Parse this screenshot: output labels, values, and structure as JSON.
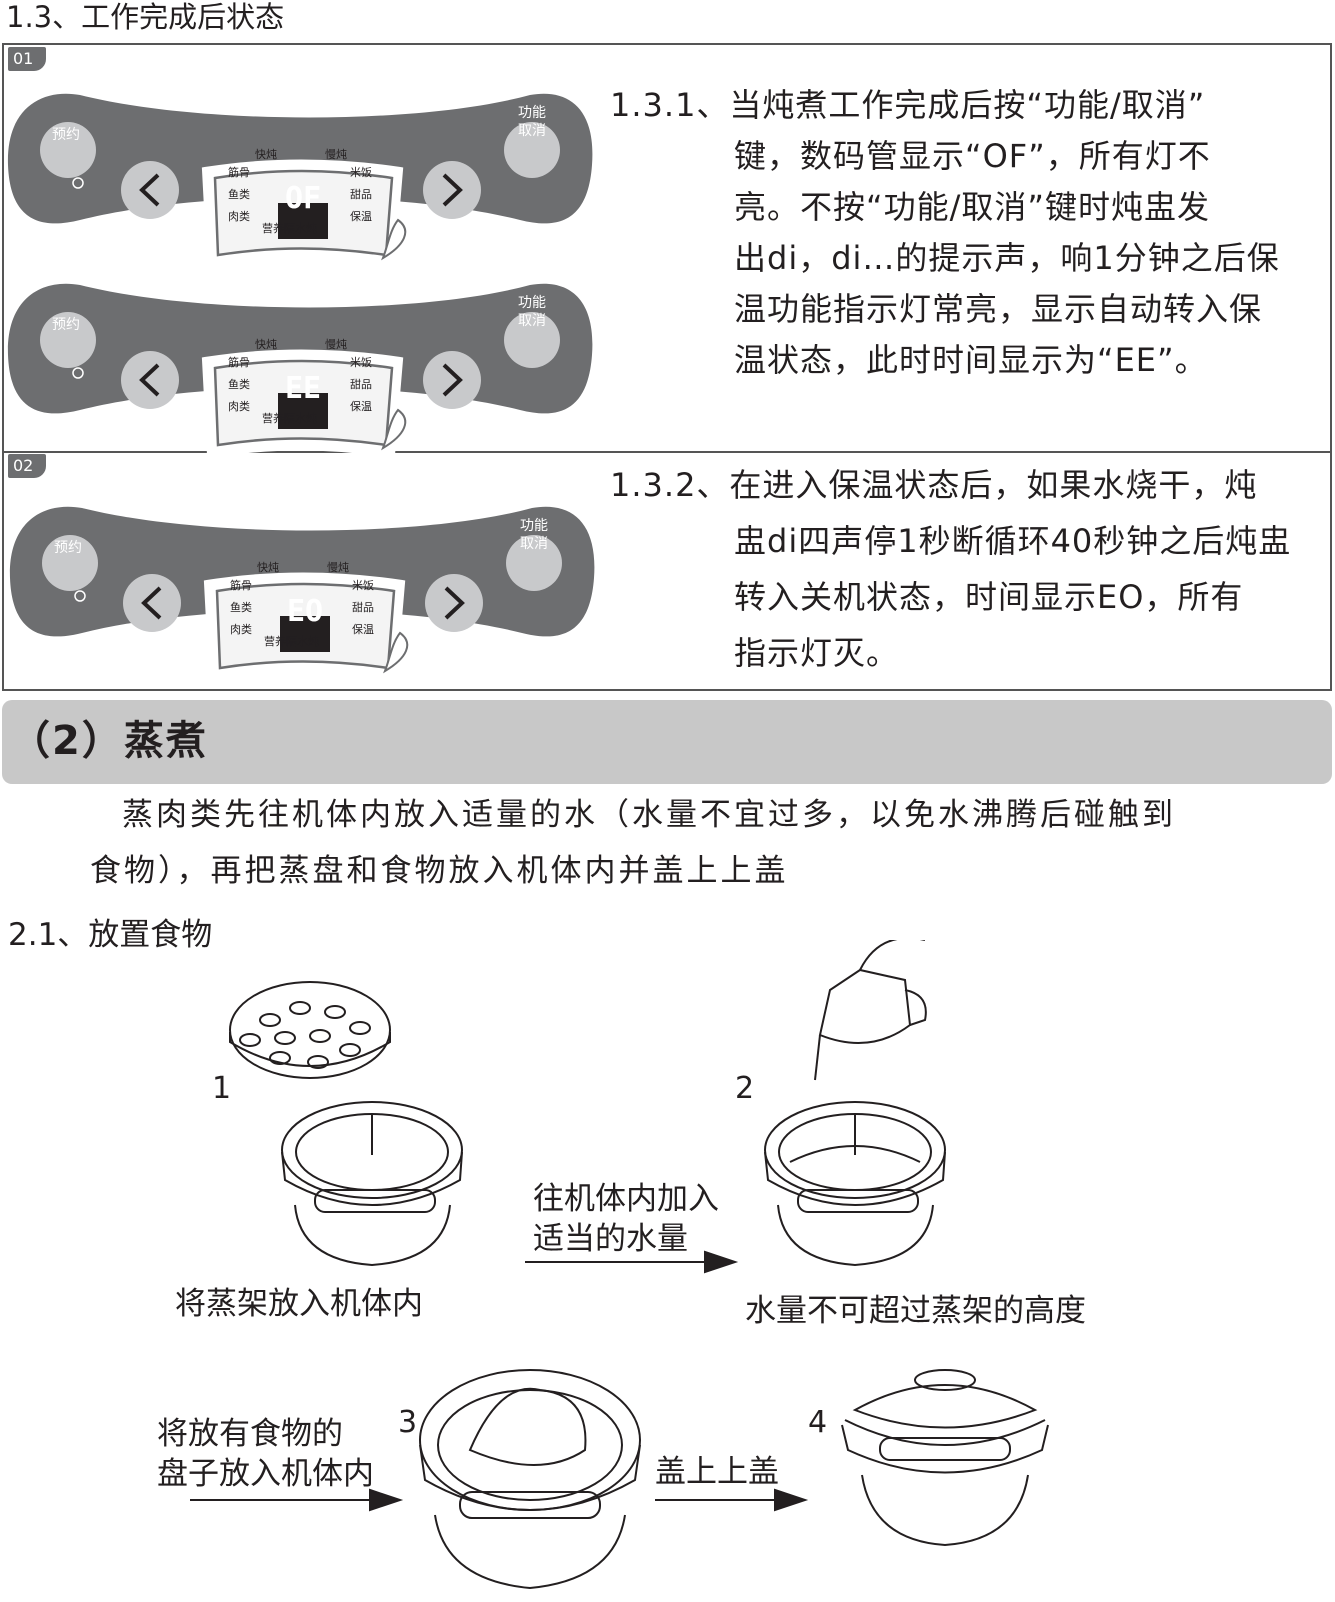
{
  "section_1_3": {
    "heading": "1.3、工作完成后状态"
  },
  "panel_01": {
    "badge": "01",
    "para_lines": [
      "1.3.1、当炖煮工作完成后按“功能/取消”",
      "键，数码管显示“OF”，所有灯不",
      "亮。不按“功能/取消”键时炖盅发",
      "出di，di…的提示声，响1分钟之后保",
      "温功能指示灯常亮，显示自动转入保",
      "温状态，此时时间显示为“EE”。"
    ]
  },
  "panel_02": {
    "badge": "02",
    "para_lines": [
      "1.3.2、在进入保温状态后，如果水烧干，炖",
      "盅di四声停1秒断循环40秒钟之后炖盅",
      "转入关机状态，时间显示EO，所有",
      "指示灯灭。"
    ]
  },
  "control_panel": {
    "btn_left_label": "预约",
    "btn_right_top": "功能",
    "btn_right_bottom": "取消",
    "top_left": "快炖",
    "top_right": "慢炖",
    "left_items": [
      "筋骨",
      "鱼类",
      "肉类"
    ],
    "right_items": [
      "米饭",
      "甜品",
      "保温"
    ],
    "brand": "营养隔水炖",
    "displays": [
      "OF",
      "EE",
      "EO"
    ]
  },
  "section_2": {
    "title": "（2）蒸煮",
    "intro_lines": [
      "蒸肉类先往机体内放入适量的水（水量不宜过多，以免水沸腾后碰触到",
      "食物），再把蒸盘和食物放入机体内并盖上上盖"
    ]
  },
  "section_2_1": {
    "heading": "2.1、放置食物"
  },
  "steps": {
    "n1": "1",
    "n2": "2",
    "n3": "3",
    "n4": "4",
    "cap1": "将蒸架放入机体内",
    "arrow1_line1": "往机体内加入",
    "arrow1_line2": "适当的水量",
    "cap2": "水量不可超过蒸架的高度",
    "cap3_line1": "将放有食物的",
    "cap3_line2": "盘子放入机体内",
    "arrow3": "盖上上盖"
  }
}
